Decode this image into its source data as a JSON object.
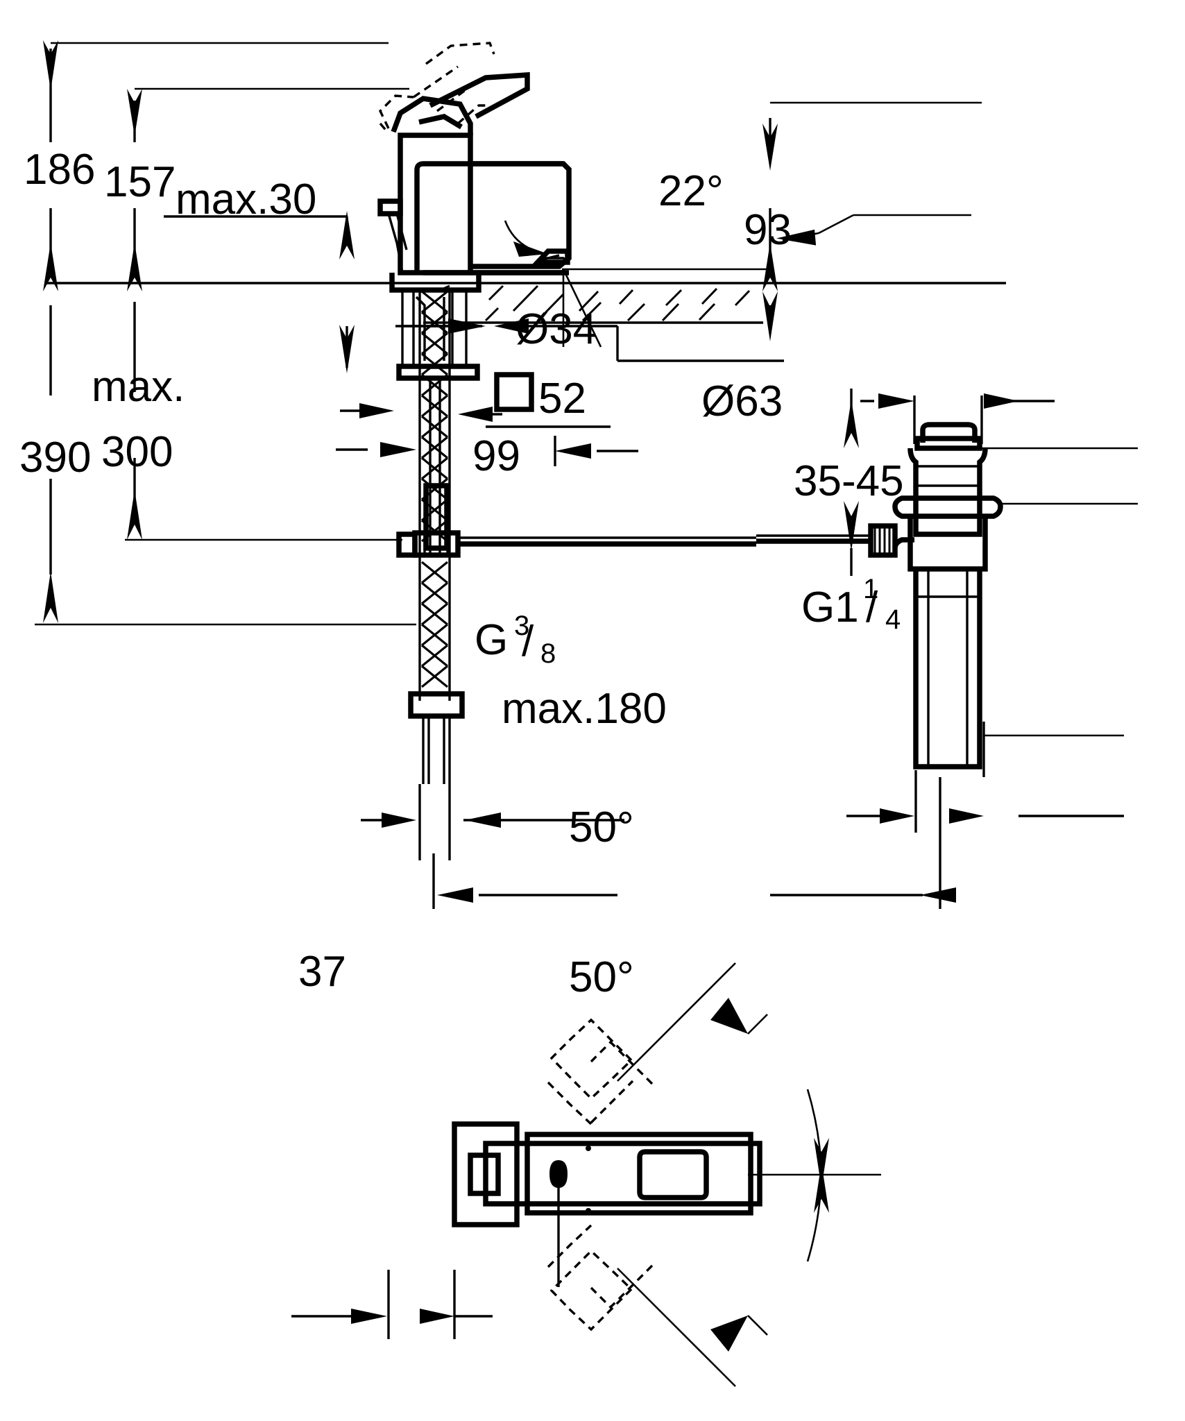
{
  "drawing": {
    "title": "Single-lever basin mixer dimensional drawing",
    "units": "mm",
    "line_color": "#000000",
    "background_color": "#ffffff"
  },
  "views": [
    {
      "id": "elevation",
      "name": "front-elevation-view"
    },
    {
      "id": "plan",
      "name": "plan-view"
    }
  ],
  "dimensions": {
    "overall_height": "186",
    "spout_height": "157",
    "deck_thickness_max": "max.30",
    "max_label": "max.",
    "max_install_depth": "300",
    "total_depth": "390",
    "spout_projection": "93",
    "spout_angle": "22°",
    "mounting_hole_dia": "Ø34",
    "body_square": "52",
    "square_symbol": "□",
    "thread_length": "99",
    "waste_flange_dia": "Ø63",
    "basin_thickness_range": "35-45",
    "hose_length_max": "max.180",
    "supply_thread_letter": "G",
    "supply_thread_num": "3",
    "supply_thread_den": "8",
    "waste_thread_letter": "G1",
    "waste_thread_num": "1",
    "waste_thread_den": "4",
    "lever_swivel_up": "50°",
    "lever_swivel_down": "50°",
    "plan_offset": "37"
  }
}
